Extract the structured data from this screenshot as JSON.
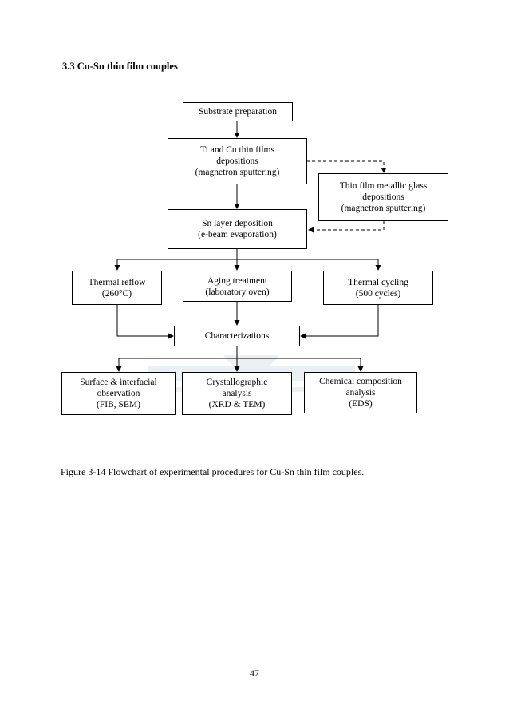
{
  "section": {
    "heading": "3.3 Cu-Sn thin film couples"
  },
  "flowchart": {
    "substrate": {
      "line1": "Substrate preparation"
    },
    "tiCu": {
      "line1": "Ti and Cu thin films",
      "line2": "depositions",
      "line3": "(magnetron sputtering)"
    },
    "metallicGlass": {
      "line1": "Thin film metallic glass",
      "line2": "depositions",
      "line3": "(magnetron sputtering)"
    },
    "sn": {
      "line1": "Sn layer deposition",
      "line2": "(e-beam evaporation)"
    },
    "reflow": {
      "line1": "Thermal reflow",
      "line2": "(260°C)"
    },
    "aging": {
      "line1": "Aging treatment",
      "line2": "(laboratory oven)"
    },
    "cycling": {
      "line1": "Thermal cycling",
      "line2": "(500 cycles)"
    },
    "characterizations": {
      "line1": "Characterizations"
    },
    "surface": {
      "line1": "Surface & interfacial",
      "line2": "observation",
      "line3": "(FIB, SEM)"
    },
    "crystal": {
      "line1": "Crystallographic",
      "line2": "analysis",
      "line3": "(XRD & TEM)"
    },
    "chemical": {
      "line1": "Chemical composition",
      "line2": "analysis",
      "line3": "(EDS)"
    }
  },
  "figure": {
    "caption": "Figure 3-14 Flowchart of experimental procedures for Cu-Sn thin film couples."
  },
  "page": {
    "number": "47"
  }
}
